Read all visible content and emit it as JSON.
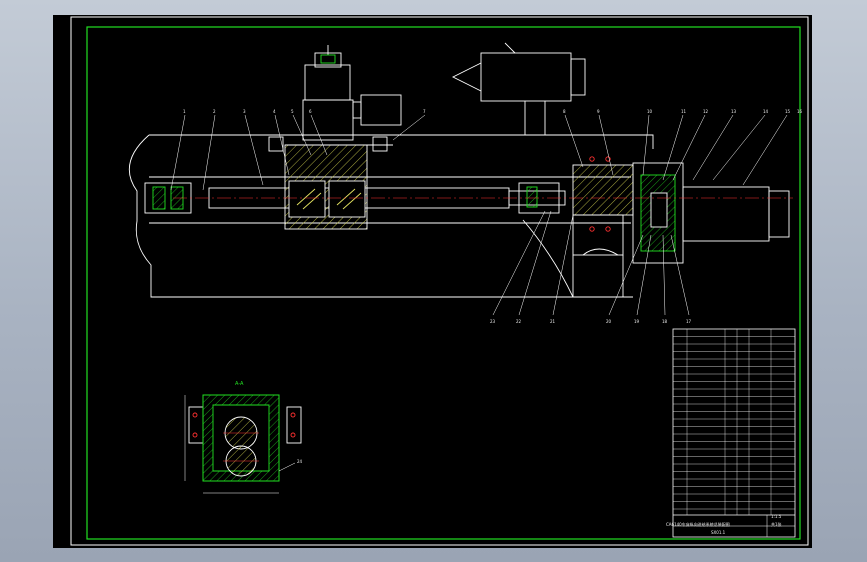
{
  "colors": {
    "background": "#000000",
    "frame": "#22e022",
    "section_lines": "#ffffff",
    "hatch": "#e0e060",
    "centerline": "#ff3030",
    "text": "#f0f0f0",
    "desktop": "#aab4c3"
  },
  "drawing": {
    "section_title": "A-A",
    "title_block": {
      "drawing_title": "CA6140车床纵向进给系统总装配图",
      "drawing_no": "SX01.1",
      "scale": "1:1.5",
      "sheet": "共1张"
    },
    "balloons_top": [
      "1",
      "2",
      "3",
      "4",
      "5",
      "6",
      "7",
      "8",
      "9",
      "10",
      "11",
      "12",
      "13",
      "14",
      "15",
      "16"
    ],
    "balloons_bottom": [
      "23",
      "22",
      "21",
      "20",
      "19",
      "18",
      "17"
    ],
    "balloon_section": "24"
  }
}
